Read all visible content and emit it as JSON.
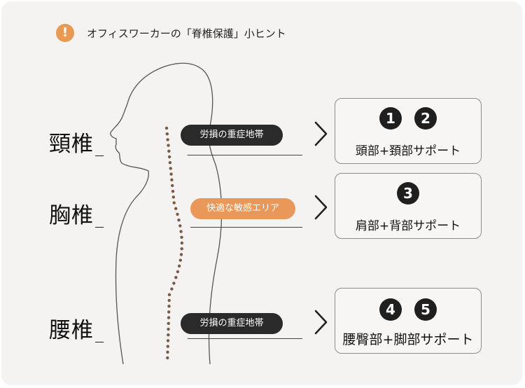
{
  "header": {
    "icon_glyph": "!",
    "title": "オフィスワーカーの「脊椎保護」小ヒント"
  },
  "labels": {
    "cervical": "頸椎",
    "thoracic": "胸椎",
    "lumbar": "腰椎"
  },
  "pills": {
    "cervical": "労損の重症地帯",
    "thoracic": "快適な敏感エリア",
    "lumbar": "労損の重症地帯"
  },
  "boxes": {
    "cervical": {
      "numbers": [
        "1",
        "2"
      ],
      "label": "頭部+頚部サポート"
    },
    "thoracic": {
      "numbers": [
        "3"
      ],
      "label": "肩部+背部サポート"
    },
    "lumbar": {
      "numbers": [
        "4",
        "5"
      ],
      "label": "腰臀部+脚部サポート"
    }
  },
  "colors": {
    "accent_orange": "#e9985a",
    "dark": "#2a2a2a",
    "spine_dots": "#7a5a45"
  }
}
